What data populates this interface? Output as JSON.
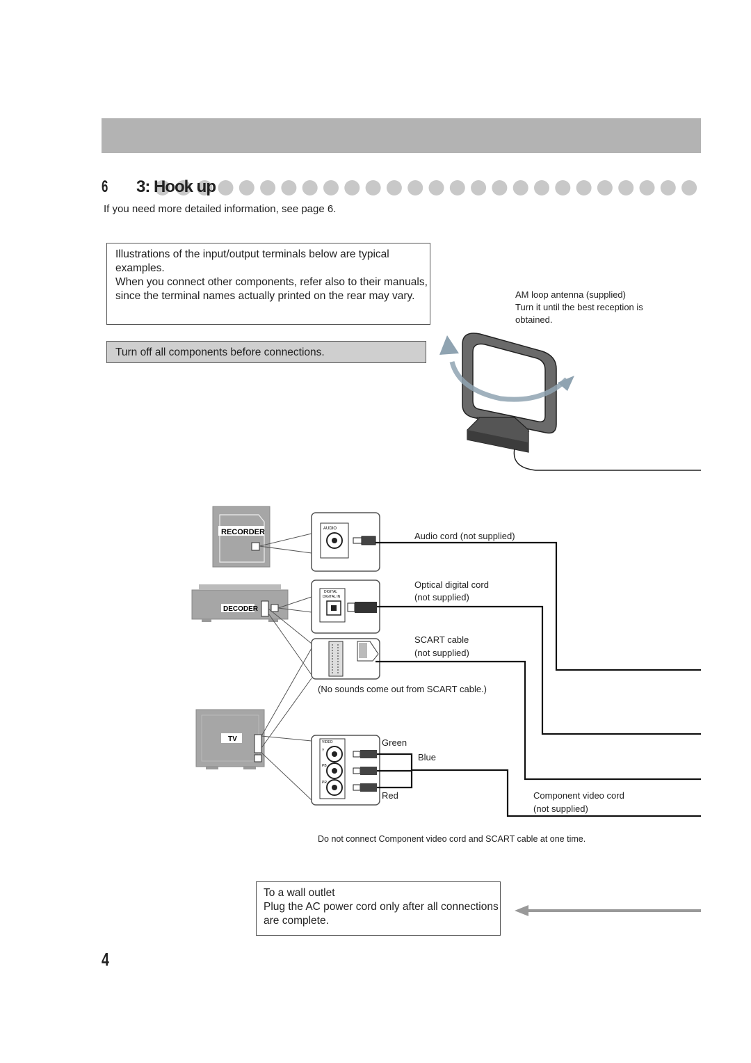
{
  "header": {
    "step_tag": "6",
    "step_title": "3: Hook up"
  },
  "intro_text": "If you need more detailed information, see page 6.",
  "note_box": {
    "line1": "Illustrations of the input/output terminals below are typical examples.",
    "line2": "When you connect other components, refer also to their manuals, since the terminal names actually printed on the rear may vary."
  },
  "warning_box": "Turn off all components before connections.",
  "am_antenna": {
    "title": "AM loop antenna (supplied)",
    "instruction": "Turn it until the best reception is obtained."
  },
  "devices": {
    "recorder_label": "RECORDER",
    "decoder_label": "DECODER",
    "tv_label": "TV"
  },
  "terminals": {
    "audio_label": "AUDIO",
    "digital_label_top": "DIGITAL",
    "digital_label_bottom": "DIGITAL IN",
    "component_label": "VIDEO",
    "y_label": "Y",
    "pb_label": "PB",
    "pr_label": "PR"
  },
  "cables": {
    "audio_cord": "Audio cord (not supplied)",
    "optical_cord_1": "Optical digital cord",
    "optical_cord_2": "(not supplied)",
    "scart_cable_1": "SCART cable",
    "scart_cable_2": "(not supplied)",
    "scart_note": "(No sounds come out from SCART cable.)",
    "green": "Green",
    "blue": "Blue",
    "red": "Red",
    "component_cord_1": "Component video cord",
    "component_cord_2": "(not supplied)"
  },
  "warning_note": "Do not connect Component video cord and SCART cable at one time.",
  "outlet_box": {
    "line1": "To a wall outlet",
    "line2": "Plug the AC power cord only after all connections are complete."
  },
  "page_number": "4",
  "colors": {
    "header_bar": "#b3b3b3",
    "dot": "#c8c8c8",
    "device": "#a6a6a6",
    "arrow": "#9aa7b0"
  }
}
